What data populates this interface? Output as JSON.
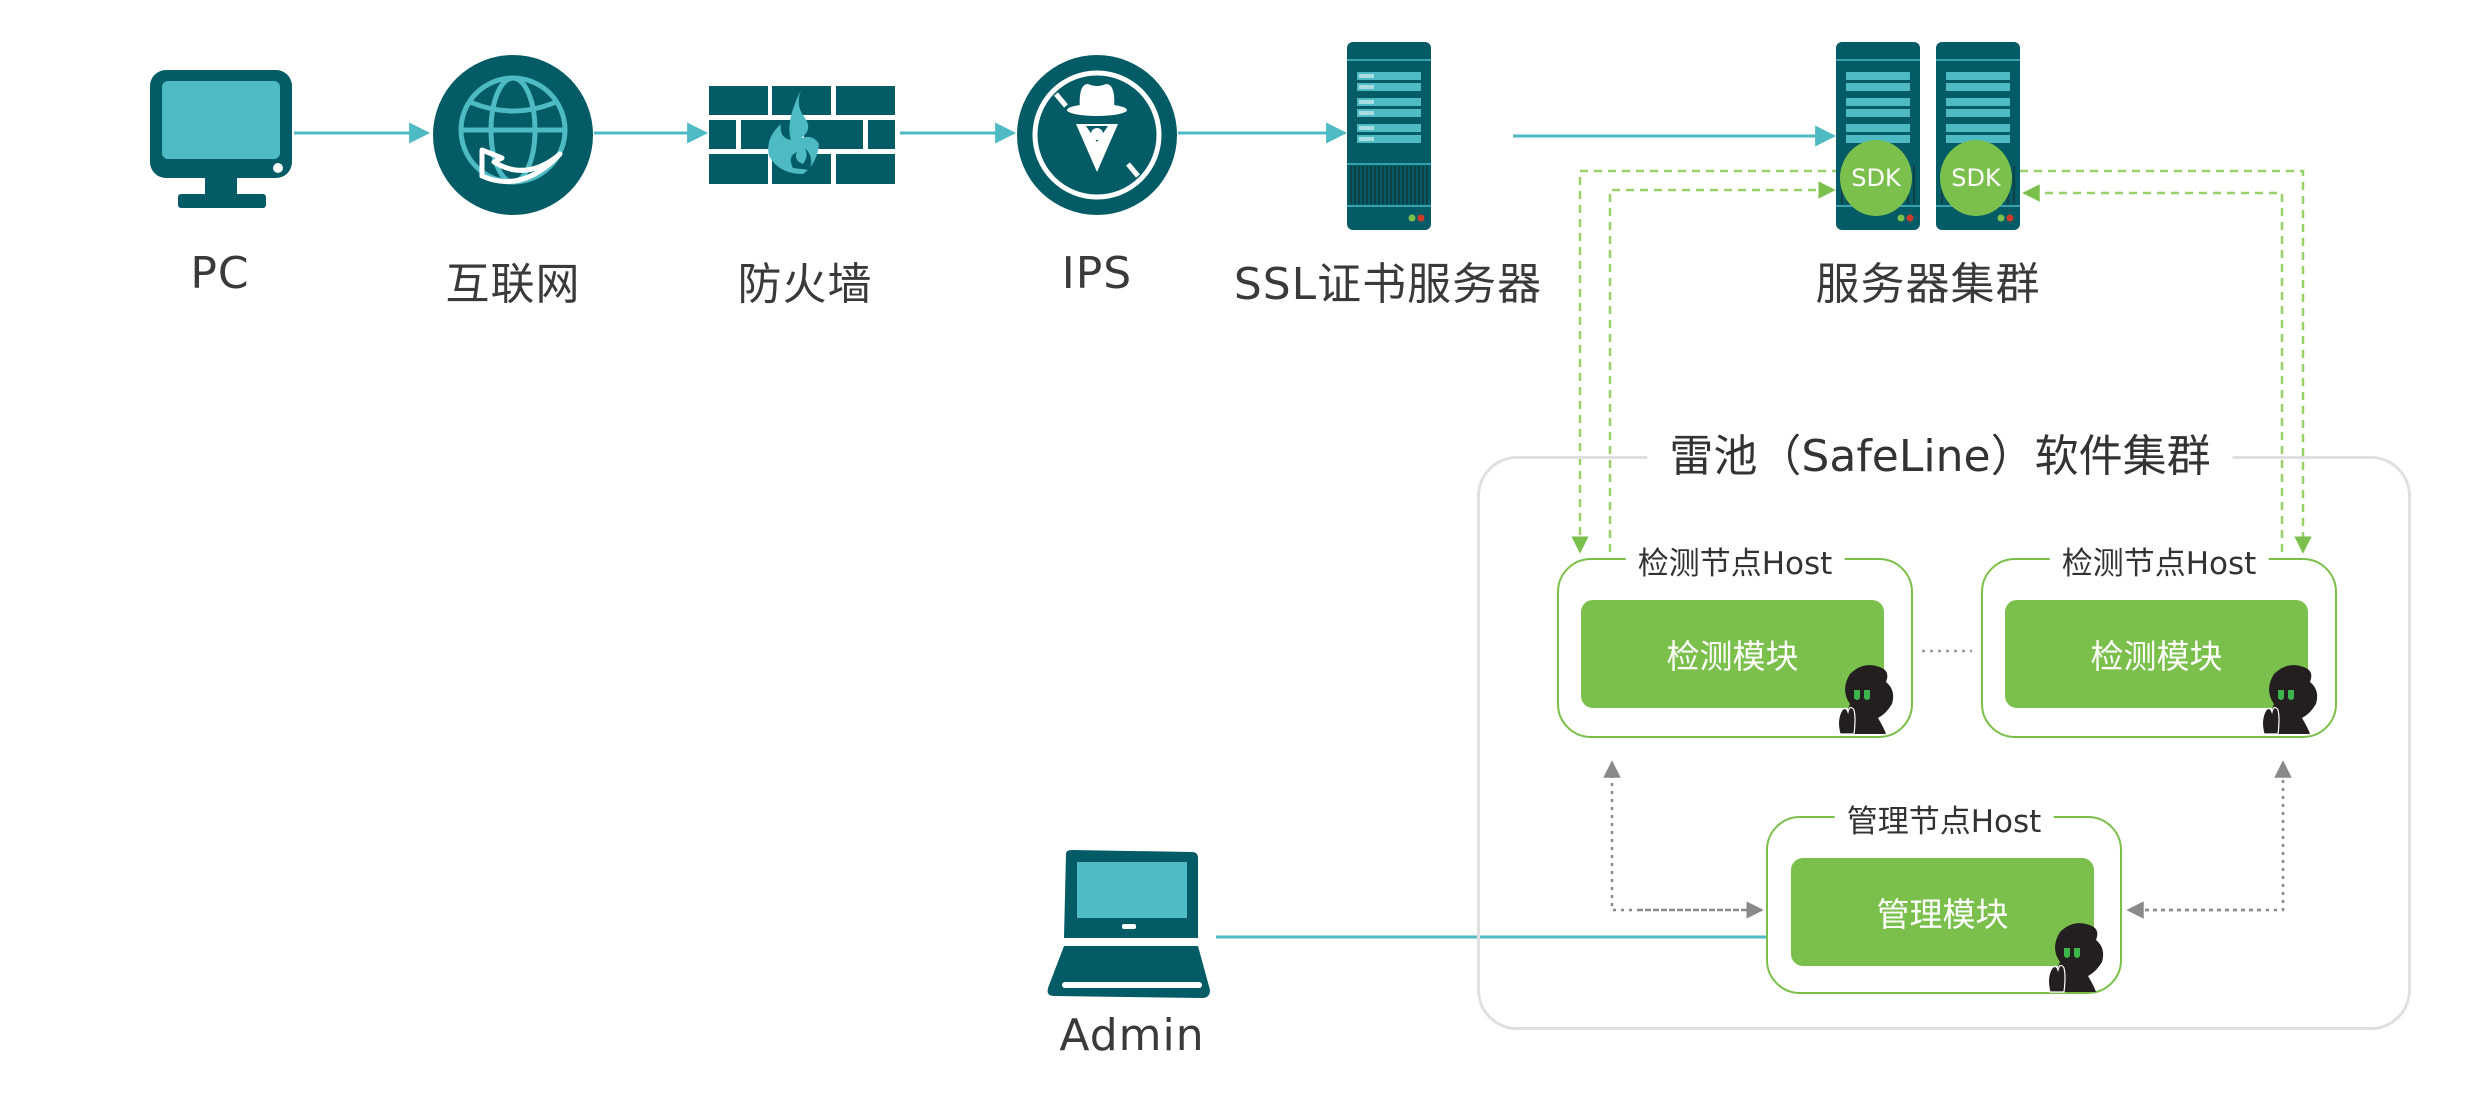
{
  "diagram": {
    "colors": {
      "icon_dark": "#035b65",
      "icon_light": "#4dbac4",
      "flow_line": "#4dbac4",
      "green": "#7bc04c",
      "green_dashed": "#98d06a",
      "gray_arrow": "#8a8a8a",
      "cluster_border": "#e0e0e0"
    },
    "top_flow": [
      {
        "id": "pc",
        "label": "PC",
        "icon": "monitor-icon"
      },
      {
        "id": "internet",
        "label": "互联网",
        "icon": "globe-icon"
      },
      {
        "id": "firewall",
        "label": "防火墙",
        "icon": "firewall-icon"
      },
      {
        "id": "ips",
        "label": "IPS",
        "icon": "spy-blocked-icon"
      },
      {
        "id": "ssl",
        "label": "SSL证书服务器",
        "icon": "server-icon"
      },
      {
        "id": "servers",
        "label": "服务器集群",
        "icon": "server-cluster-icon"
      }
    ],
    "sdk_labels": [
      "SDK",
      "SDK"
    ],
    "safeline_cluster": {
      "title": "雷池（SafeLine）软件集群",
      "detection_hosts": [
        {
          "title": "检测节点Host",
          "module": "检测模块"
        },
        {
          "title": "检测节点Host",
          "module": "检测模块"
        }
      ],
      "management_host": {
        "title": "管理节点Host",
        "module": "管理模块"
      }
    },
    "admin": {
      "label": "Admin",
      "icon": "laptop-icon"
    }
  }
}
